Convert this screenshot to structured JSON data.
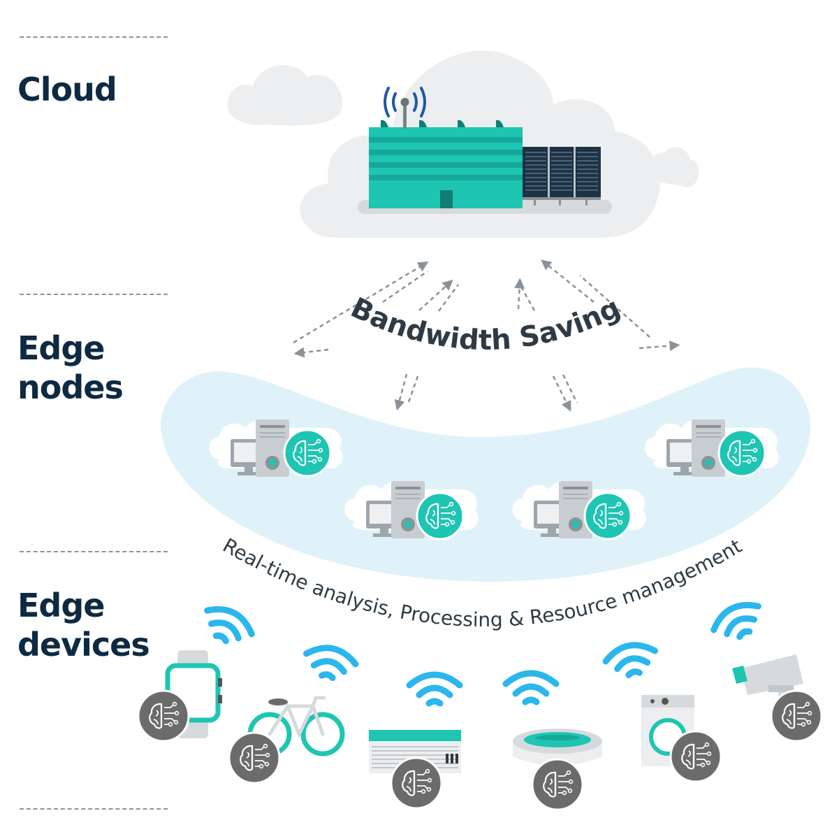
{
  "tiers": {
    "cloud": "Cloud",
    "edge_nodes": [
      "Edge",
      "nodes"
    ],
    "edge_devices": [
      "Edge",
      "devices"
    ]
  },
  "curved_labels": {
    "bandwidth": "Bandwidth Saving",
    "realtime": "Real-time analysis, Processing & Resource management"
  },
  "colors": {
    "teal": "#1ec5b2",
    "navy": "#0d2a42",
    "cloud_gray": "#eceef0",
    "edge_band": "#dff2fa",
    "wifi_blue": "#2bb6ec",
    "ai_badge_gray": "#6b6b6b",
    "antenna_blue": "#1f56a8"
  },
  "icons": {
    "cloud_tier": [
      "data-center-building-icon",
      "server-rack-icon",
      "antenna-signal-icon"
    ],
    "edge_nodes": [
      "edge-server-icon",
      "ai-brain-icon"
    ],
    "edge_devices": [
      "smartwatch-icon",
      "bicycle-icon",
      "air-conditioner-icon",
      "robot-vacuum-icon",
      "washing-machine-icon",
      "security-camera-icon",
      "wifi-icon",
      "ai-chip-badge-icon"
    ]
  }
}
